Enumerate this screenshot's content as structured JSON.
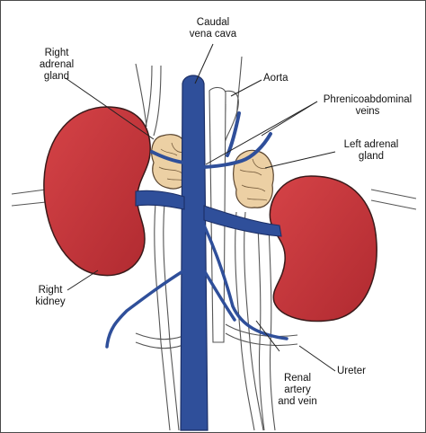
{
  "labels": {
    "caudal_vena_cava": [
      "Caudal",
      "vena cava"
    ],
    "aorta": "Aorta",
    "right_adrenal_gland": [
      "Right",
      "adrenal",
      "gland"
    ],
    "phrenicoabdominal_veins": [
      "Phrenicoabdominal",
      "veins"
    ],
    "left_adrenal_gland": [
      "Left adrenal",
      "gland"
    ],
    "right_kidney": [
      "Right",
      "kidney"
    ],
    "ureter": "Ureter",
    "renal_artery_and_vein": [
      "Renal",
      "artery",
      "and vein"
    ]
  },
  "colors": {
    "kidney": "#c8363a",
    "kidney_outline": "#3a1a1a",
    "vein": "#2f4f9a",
    "vein_outline": "#1c2f66",
    "adrenal": "#ecd0a4",
    "adrenal_outline": "#5a4530",
    "vessel_outline": "#555555",
    "leader_line": "#222222",
    "text": "#111111",
    "border": "#4a4a4a"
  }
}
